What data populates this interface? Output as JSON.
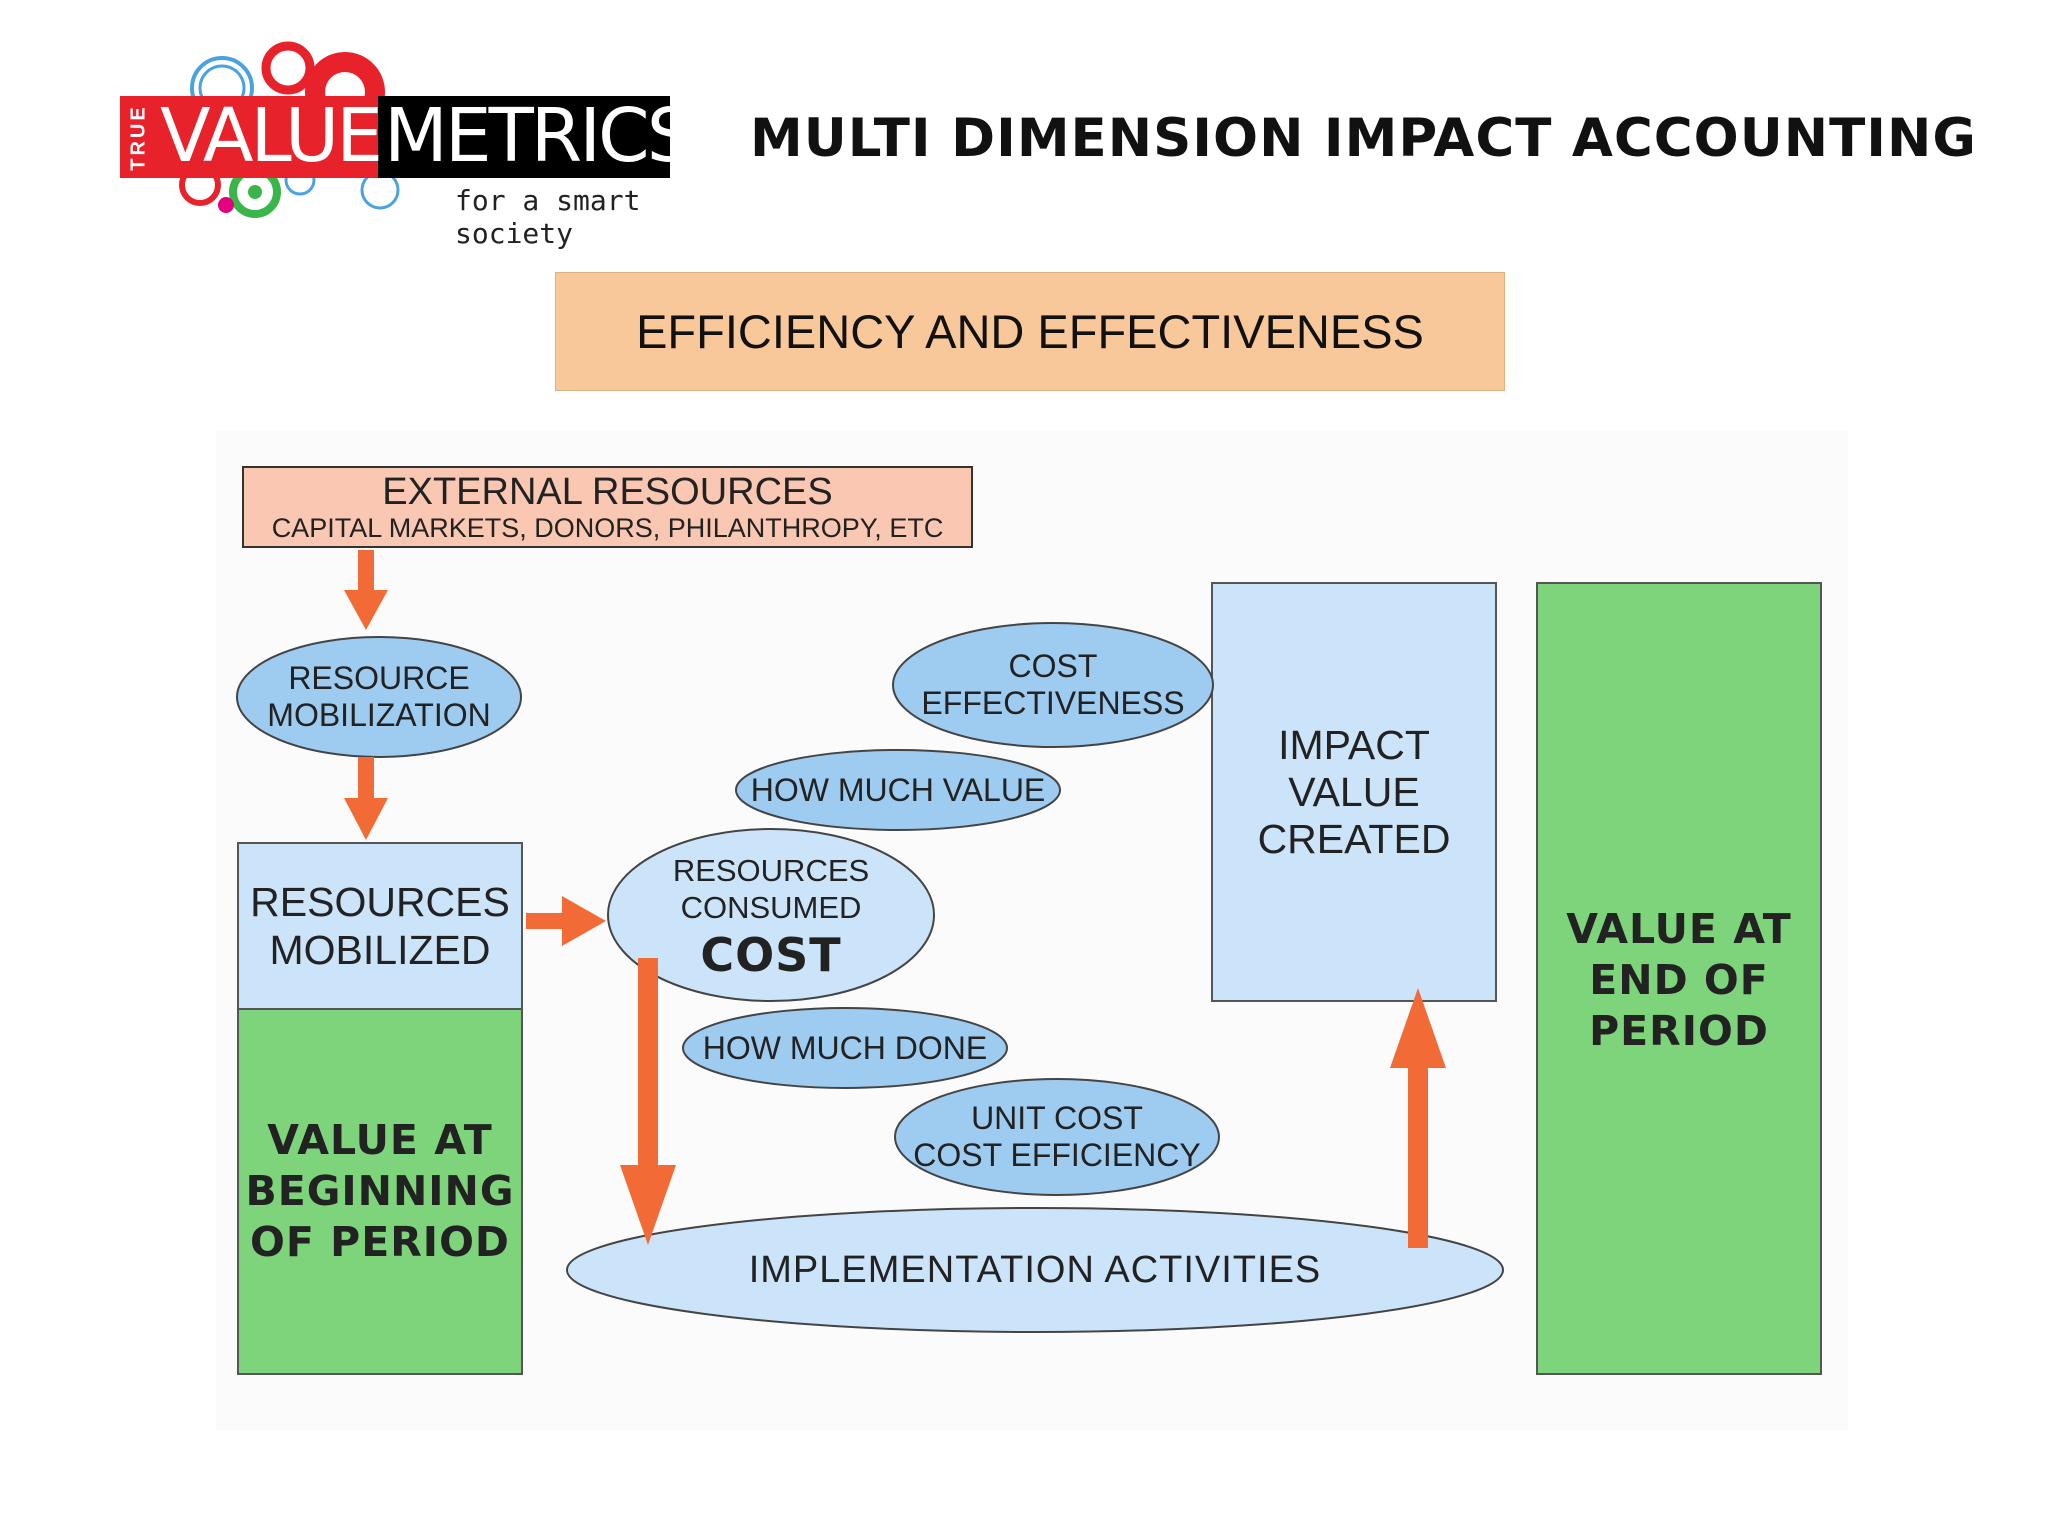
{
  "logo": {
    "true_label": "TRUE",
    "value_label": "VALUE",
    "metrics_label": "METRICS",
    "tagline": "for a smart society"
  },
  "page": {
    "title": "MULTI DIMENSION IMPACT ACCOUNTING",
    "banner": "EFFICIENCY AND EFFECTIVENESS"
  },
  "diagram": {
    "external_resources": {
      "title": "EXTERNAL RESOURCES",
      "subtitle": "CAPITAL MARKETS, DONORS, PHILANTHROPY,  ETC"
    },
    "resource_mobilization": [
      "RESOURCE",
      "MOBILIZATION"
    ],
    "resources_mobilized": [
      "RESOURCES",
      "MOBILIZED"
    ],
    "value_beginning": [
      "VALUE AT",
      "BEGINNING",
      "OF PERIOD"
    ],
    "resources_consumed": [
      "RESOURCES",
      "CONSUMED"
    ],
    "cost_label": "COST",
    "how_much_value": "HOW MUCH VALUE",
    "how_much_done": "HOW MUCH DONE",
    "cost_effectiveness": [
      "COST",
      "EFFECTIVENESS"
    ],
    "unit_cost": [
      "UNIT COST",
      "COST EFFICIENCY"
    ],
    "implementation": "IMPLEMENTATION ACTIVITIES",
    "impact_value": [
      "IMPACT",
      "VALUE",
      "CREATED"
    ],
    "value_end": [
      "VALUE AT",
      "END OF",
      "PERIOD"
    ]
  },
  "colors": {
    "arrow": "#f26b36",
    "ellipse_fill": "#9ecbf0",
    "light_blue": "#cce4fa",
    "green": "#7dd47b",
    "peach": "#f9c7b2",
    "banner": "#f9c89a"
  }
}
